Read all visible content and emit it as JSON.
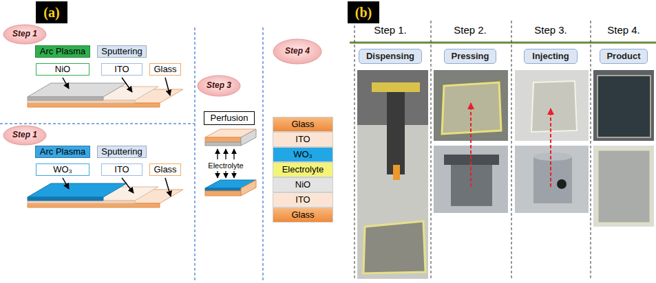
{
  "diagram": {
    "nodes": [
      {
        "text": [
          "(a)"
        ]
      },
      {
        "text": [
          "Step 1"
        ]
      },
      {
        "text": [
          "Arc Plasma"
        ]
      },
      {
        "text": [
          "Sputtering"
        ]
      },
      {
        "text": [
          "NiO"
        ]
      },
      {
        "text": [
          "ITO"
        ]
      },
      {
        "text": [
          "Glass"
        ]
      },
      {
        "text": [
          "Step 1"
        ]
      },
      {
        "text": [
          "Arc Plasma"
        ]
      },
      {
        "text": [
          "Sputtering"
        ]
      },
      {
        "text": [
          "WO₃"
        ]
      },
      {
        "text": [
          "ITO"
        ]
      },
      {
        "text": [
          "Glass"
        ]
      },
      {
        "text": [
          "Step 3"
        ]
      },
      {
        "text": [
          "Perfusion"
        ]
      },
      {
        "text": [
          "Step 4"
        ]
      },
      {
        "text": [
          "Glass"
        ]
      },
      {
        "text": [
          "ITO"
        ]
      },
      {
        "text": [
          "WO₃"
        ]
      },
      {
        "text": [
          "Electrolyte"
        ]
      },
      {
        "text": [
          "NiO"
        ]
      },
      {
        "text": [
          "ITO"
        ]
      },
      {
        "text": [
          "Glass"
        ]
      },
      {
        "text": [
          "(b)"
        ]
      },
      {
        "text": [
          "Dispensing"
        ]
      },
      {
        "text": [
          "Pressing"
        ]
      },
      {
        "text": [
          "Injecting"
        ]
      },
      {
        "text": [
          "Product"
        ]
      }
    ],
    "labels": [
      "Step 1.",
      "Step 2.",
      "Step 3.",
      "Step 4.",
      "Electrolyte"
    ]
  }
}
